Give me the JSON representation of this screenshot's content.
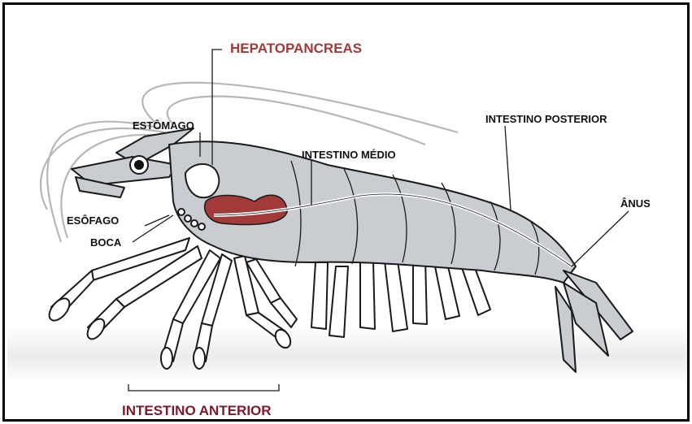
{
  "colors": {
    "body_fill": "#c9ccd0",
    "outline": "#1a1a1a",
    "hepatopancreas": "#a23a3a",
    "intestino_anterior": "#7a1a2a",
    "antennae": "#b7b7b7"
  },
  "labels": {
    "hepatopancreas": "HEPATOPANCREAS",
    "estomago": "ESTÔMAGO",
    "esofago": "ESÔFAGO",
    "boca": "BOCA",
    "intestino_medio": "INTESTINO MÉDIO",
    "intestino_posterior": "INTESTINO POSTERIOR",
    "anus": "ÂNUS",
    "intestino_anterior": "INTESTINO ANTERIOR"
  }
}
